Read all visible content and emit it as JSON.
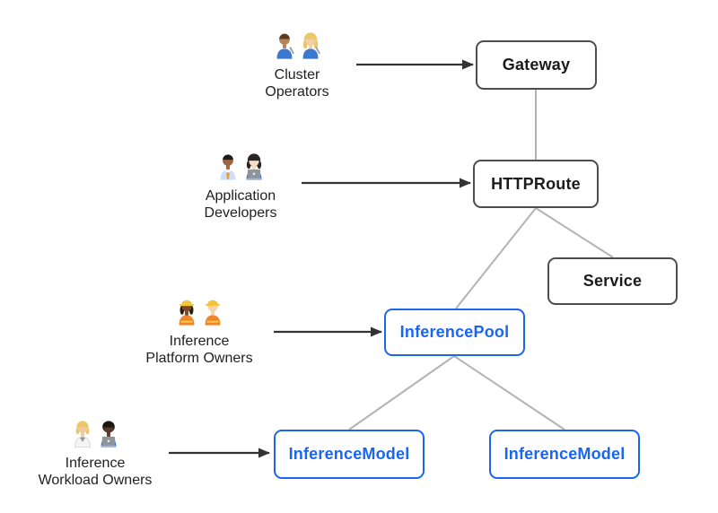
{
  "diagram": {
    "personas": [
      {
        "id": "cluster-operators",
        "label_lines": [
          "Cluster",
          "Operators"
        ],
        "icons": [
          "man-mechanic",
          "woman-mechanic"
        ],
        "points_to": "Gateway"
      },
      {
        "id": "application-developers",
        "label_lines": [
          "Application",
          "Developers"
        ],
        "icons": [
          "man-office-worker",
          "woman-technologist"
        ],
        "points_to": "HTTPRoute"
      },
      {
        "id": "inference-platform-owners",
        "label_lines": [
          "Inference",
          "Platform Owners"
        ],
        "icons": [
          "woman-construction-worker",
          "man-construction-worker"
        ],
        "points_to": "InferencePool"
      },
      {
        "id": "inference-workload-owners",
        "label_lines": [
          "Inference",
          "Workload Owners"
        ],
        "icons": [
          "health-worker",
          "man-technologist"
        ],
        "points_to": "InferenceModel"
      }
    ],
    "nodes": [
      {
        "id": "gateway",
        "label": "Gateway",
        "style": "dark"
      },
      {
        "id": "httproute",
        "label": "HTTPRoute",
        "style": "dark"
      },
      {
        "id": "service",
        "label": "Service",
        "style": "dark"
      },
      {
        "id": "inferencepool",
        "label": "InferencePool",
        "style": "blue"
      },
      {
        "id": "inferencemodel-left",
        "label": "InferenceModel",
        "style": "blue"
      },
      {
        "id": "inferencemodel-right",
        "label": "InferenceModel",
        "style": "blue"
      }
    ],
    "edges": [
      {
        "from": "Gateway",
        "to": "HTTPRoute"
      },
      {
        "from": "HTTPRoute",
        "to": "InferencePool"
      },
      {
        "from": "HTTPRoute",
        "to": "Service"
      },
      {
        "from": "InferencePool",
        "to": "InferenceModel (left)"
      },
      {
        "from": "InferencePool",
        "to": "InferenceModel (right)"
      }
    ],
    "actor_arrows": [
      {
        "from": "Cluster Operators",
        "to": "Gateway"
      },
      {
        "from": "Application Developers",
        "to": "HTTPRoute"
      },
      {
        "from": "Inference Platform Owners",
        "to": "InferencePool"
      },
      {
        "from": "Inference Workload Owners",
        "to": "InferenceModel (left)"
      }
    ],
    "colors": {
      "blue_accent": "#1a66f0",
      "dark_border": "#4d4d4d",
      "connector_gray": "#b3b3b3",
      "arrow_dark": "#333333",
      "text": "#202124",
      "background": "#ffffff"
    }
  }
}
